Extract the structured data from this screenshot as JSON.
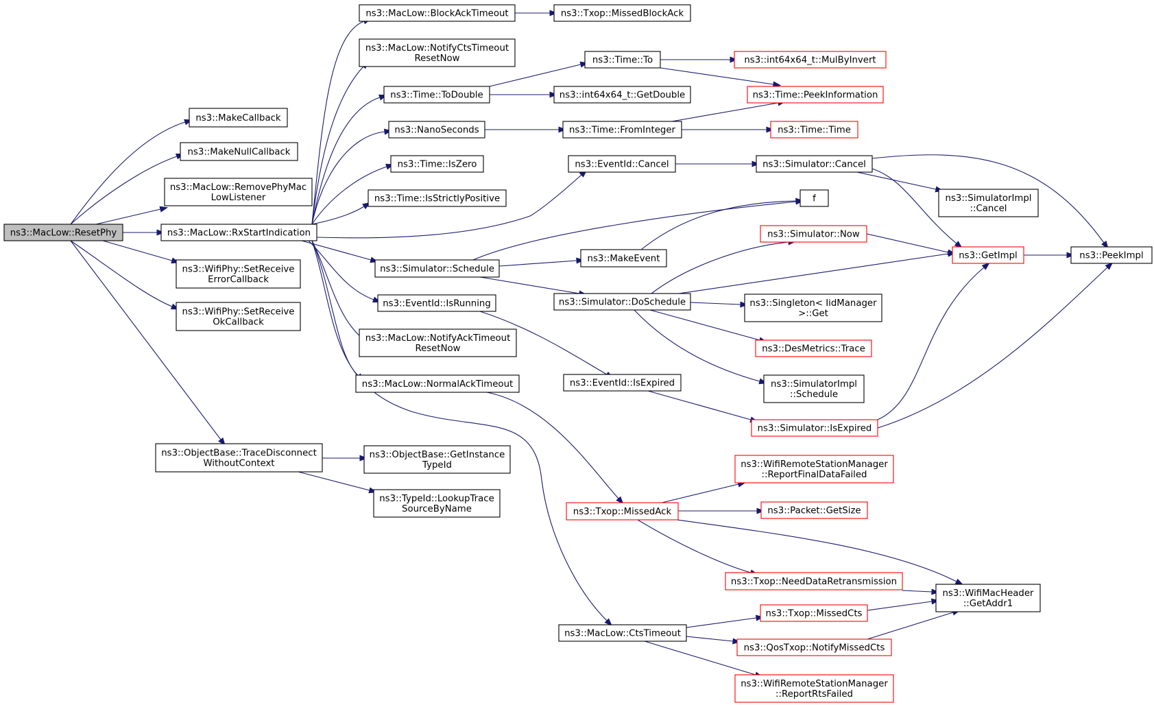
{
  "colors": {
    "edge": "#191970",
    "normal_border": "#000000",
    "truncated_border": "#ff0000",
    "root_fill": "#bfbfbf",
    "node_fill": "#ffffff"
  },
  "nodes": [
    {
      "id": "root",
      "lines": [
        "ns3::MacLow::ResetPhy"
      ],
      "style": "root"
    },
    {
      "id": "makecb",
      "lines": [
        "ns3::MakeCallback"
      ],
      "style": "normal"
    },
    {
      "id": "makenullcb",
      "lines": [
        "ns3::MakeNullCallback"
      ],
      "style": "normal"
    },
    {
      "id": "removephy",
      "lines": [
        "ns3::MacLow::RemovePhyMac",
        "LowListener"
      ],
      "style": "normal"
    },
    {
      "id": "rxstart",
      "lines": [
        "ns3::MacLow::RxStartIndication"
      ],
      "style": "normal"
    },
    {
      "id": "seterr",
      "lines": [
        "ns3::WifiPhy::SetReceive",
        "ErrorCallback"
      ],
      "style": "normal"
    },
    {
      "id": "setok",
      "lines": [
        "ns3::WifiPhy::SetReceive",
        "OkCallback"
      ],
      "style": "normal"
    },
    {
      "id": "tracedisc",
      "lines": [
        "ns3::ObjectBase::TraceDisconnect",
        "WithoutContext"
      ],
      "style": "normal"
    },
    {
      "id": "getinst",
      "lines": [
        "ns3::ObjectBase::GetInstance",
        "TypeId"
      ],
      "style": "normal"
    },
    {
      "id": "lookup",
      "lines": [
        "ns3::TypeId::LookupTrace",
        "SourceByName"
      ],
      "style": "normal"
    },
    {
      "id": "blockack",
      "lines": [
        "ns3::MacLow::BlockAckTimeout"
      ],
      "style": "normal"
    },
    {
      "id": "notifycts",
      "lines": [
        "ns3::MacLow::NotifyCtsTimeout",
        "ResetNow"
      ],
      "style": "normal"
    },
    {
      "id": "todouble",
      "lines": [
        "ns3::Time::ToDouble"
      ],
      "style": "normal"
    },
    {
      "id": "nanosec",
      "lines": [
        "ns3::NanoSeconds"
      ],
      "style": "normal"
    },
    {
      "id": "iszero",
      "lines": [
        "ns3::Time::IsZero"
      ],
      "style": "normal"
    },
    {
      "id": "isstrict",
      "lines": [
        "ns3::Time::IsStrictlyPositive"
      ],
      "style": "normal"
    },
    {
      "id": "schedule",
      "lines": [
        "ns3::Simulator::Schedule"
      ],
      "style": "normal"
    },
    {
      "id": "isrunning",
      "lines": [
        "ns3::EventId::IsRunning"
      ],
      "style": "normal"
    },
    {
      "id": "notifyack",
      "lines": [
        "ns3::MacLow::NotifyAckTimeout",
        "ResetNow"
      ],
      "style": "normal"
    },
    {
      "id": "normalack",
      "lines": [
        "ns3::MacLow::NormalAckTimeout"
      ],
      "style": "normal"
    },
    {
      "id": "missedblock",
      "lines": [
        "ns3::Txop::MissedBlockAck"
      ],
      "style": "normal"
    },
    {
      "id": "timeto",
      "lines": [
        "ns3::Time::To"
      ],
      "style": "normal"
    },
    {
      "id": "getdouble",
      "lines": [
        "ns3::int64x64_t::GetDouble"
      ],
      "style": "normal"
    },
    {
      "id": "frominteger",
      "lines": [
        "ns3::Time::FromInteger"
      ],
      "style": "normal"
    },
    {
      "id": "evcancel",
      "lines": [
        "ns3::EventId::Cancel"
      ],
      "style": "normal"
    },
    {
      "id": "makeevent",
      "lines": [
        "ns3::MakeEvent"
      ],
      "style": "normal"
    },
    {
      "id": "doschedule",
      "lines": [
        "ns3::Simulator::DoSchedule"
      ],
      "style": "normal"
    },
    {
      "id": "isexpired",
      "lines": [
        "ns3::EventId::IsExpired"
      ],
      "style": "normal"
    },
    {
      "id": "missedack",
      "lines": [
        "ns3::Txop::MissedAck"
      ],
      "style": "truncated"
    },
    {
      "id": "ctstimeout",
      "lines": [
        "ns3::MacLow::CtsTimeout"
      ],
      "style": "normal"
    },
    {
      "id": "mulbyinvert",
      "lines": [
        "ns3::int64x64_t::MulByInvert"
      ],
      "style": "truncated"
    },
    {
      "id": "peekinfo",
      "lines": [
        "ns3::Time::PeekInformation"
      ],
      "style": "truncated"
    },
    {
      "id": "timetime",
      "lines": [
        "ns3::Time::Time"
      ],
      "style": "truncated"
    },
    {
      "id": "simcancel",
      "lines": [
        "ns3::Simulator::Cancel"
      ],
      "style": "normal"
    },
    {
      "id": "f",
      "lines": [
        "f"
      ],
      "style": "normal"
    },
    {
      "id": "simnow",
      "lines": [
        "ns3::Simulator::Now"
      ],
      "style": "truncated"
    },
    {
      "id": "singleton",
      "lines": [
        "ns3::Singleton< IidManager",
        " >::Get"
      ],
      "style": "normal"
    },
    {
      "id": "desmetrics",
      "lines": [
        "ns3::DesMetrics::Trace"
      ],
      "style": "truncated"
    },
    {
      "id": "implschedule",
      "lines": [
        "ns3::SimulatorImpl",
        "::Schedule"
      ],
      "style": "normal"
    },
    {
      "id": "simisexpired",
      "lines": [
        "ns3::Simulator::IsExpired"
      ],
      "style": "truncated"
    },
    {
      "id": "reportfinal",
      "lines": [
        "ns3::WifiRemoteStationManager",
        "::ReportFinalDataFailed"
      ],
      "style": "truncated"
    },
    {
      "id": "getsize",
      "lines": [
        "ns3::Packet::GetSize"
      ],
      "style": "truncated"
    },
    {
      "id": "needretrans",
      "lines": [
        "ns3::Txop::NeedDataRetransmission"
      ],
      "style": "truncated"
    },
    {
      "id": "missedcts",
      "lines": [
        "ns3::Txop::MissedCts"
      ],
      "style": "truncated"
    },
    {
      "id": "qosnotify",
      "lines": [
        "ns3::QosTxop::NotifyMissedCts"
      ],
      "style": "truncated"
    },
    {
      "id": "reportrts",
      "lines": [
        "ns3::WifiRemoteStationManager",
        "::ReportRtsFailed"
      ],
      "style": "truncated"
    },
    {
      "id": "implcancel",
      "lines": [
        "ns3::SimulatorImpl",
        "::Cancel"
      ],
      "style": "normal"
    },
    {
      "id": "getimpl",
      "lines": [
        "ns3::GetImpl"
      ],
      "style": "truncated"
    },
    {
      "id": "peekimpl",
      "lines": [
        "ns3::PeekImpl"
      ],
      "style": "normal"
    },
    {
      "id": "getaddr1",
      "lines": [
        "ns3::WifiMacHeader",
        "::GetAddr1"
      ],
      "style": "normal"
    }
  ]
}
